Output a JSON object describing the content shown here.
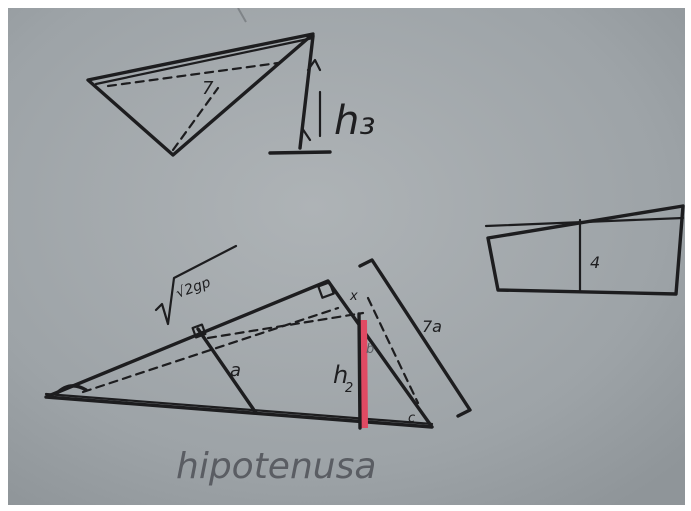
{
  "labels": {
    "upper_height": "h₃",
    "upper_inner_mark": "7",
    "radical_text": "√2gp",
    "mid_mark_a": "a",
    "mid_mark_b": "b",
    "height_mark": "h",
    "height_sub": "2",
    "parallel_mark": "7a",
    "small_mark_1": "x",
    "small_mark_2": "c",
    "rect_mark": "4",
    "caption": "hipotenusa"
  },
  "colors": {
    "paper": "#9da3a7",
    "ink": "#1d1d1f",
    "highlight": "#e04a63"
  }
}
